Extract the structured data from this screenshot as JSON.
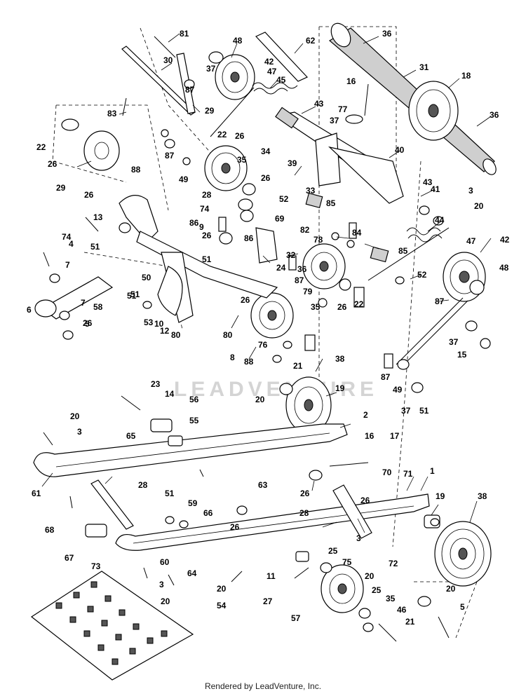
{
  "watermark": "LEADVENTURE",
  "footer": "Rendered by LeadVenture, Inc.",
  "callouts": [
    "81",
    "48",
    "62",
    "36",
    "30",
    "37",
    "42",
    "47",
    "87",
    "45",
    "31",
    "18",
    "16",
    "29",
    "43",
    "77",
    "36",
    "83",
    "37",
    "22",
    "26",
    "34",
    "40",
    "22",
    "87",
    "35",
    "39",
    "26",
    "26",
    "88",
    "29",
    "49",
    "28",
    "33",
    "43",
    "41",
    "3",
    "26",
    "52",
    "85",
    "20",
    "13",
    "74",
    "69",
    "82",
    "84",
    "44",
    "74",
    "9",
    "86",
    "86",
    "85",
    "26",
    "32",
    "78",
    "51",
    "4",
    "24",
    "47",
    "42",
    "7",
    "51",
    "50",
    "36",
    "52",
    "48",
    "87",
    "35",
    "51",
    "26",
    "22",
    "58",
    "7",
    "6",
    "79",
    "87",
    "37",
    "53",
    "12",
    "10",
    "80",
    "26",
    "51",
    "15",
    "5",
    "8",
    "88",
    "76",
    "80",
    "21",
    "38",
    "87",
    "49",
    "37",
    "51",
    "23",
    "20",
    "19",
    "14",
    "56",
    "20",
    "55",
    "2",
    "3",
    "65",
    "16",
    "17",
    "70",
    "61",
    "51",
    "71",
    "1",
    "26",
    "28",
    "63",
    "59",
    "26",
    "66",
    "28",
    "68",
    "26",
    "19",
    "38",
    "67",
    "73",
    "3",
    "60",
    "25",
    "75",
    "20",
    "72",
    "64",
    "3",
    "11",
    "20",
    "20",
    "54",
    "27",
    "25",
    "35",
    "57",
    "46",
    "21",
    "20",
    "5",
    "26"
  ]
}
